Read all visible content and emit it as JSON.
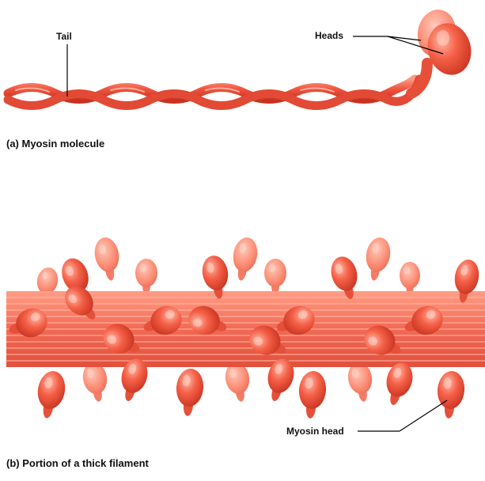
{
  "labels": {
    "tail": "Tail",
    "heads": "Heads",
    "myosin_head": "Myosin head"
  },
  "captions": {
    "a": "(a) Myosin molecule",
    "b": "(b) Portion of a thick filament"
  },
  "colors": {
    "background": "#ffffff",
    "myosin_light": "#ff8a70",
    "myosin_mid": "#f0543f",
    "myosin_dark": "#c8321f",
    "leader_line": "#000000"
  }
}
